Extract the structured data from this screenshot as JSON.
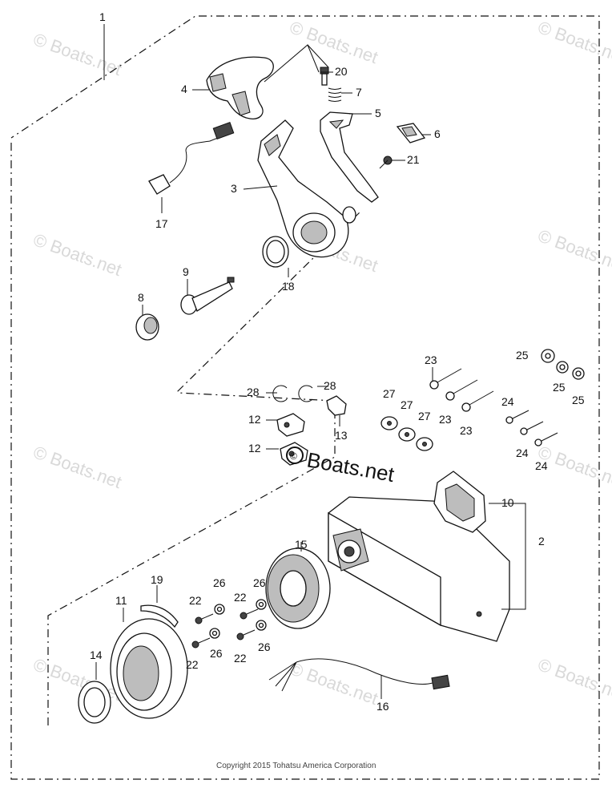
{
  "watermark": "© Boats.net",
  "center_watermark": "Boats.net",
  "copyright": "Copyright 2015 Tohatsu America Corporation",
  "callouts": [
    {
      "id": "c1",
      "label": "1"
    },
    {
      "id": "c2",
      "label": "2"
    },
    {
      "id": "c3",
      "label": "3"
    },
    {
      "id": "c4",
      "label": "4"
    },
    {
      "id": "c5",
      "label": "5"
    },
    {
      "id": "c6",
      "label": "6"
    },
    {
      "id": "c7",
      "label": "7"
    },
    {
      "id": "c8",
      "label": "8"
    },
    {
      "id": "c9",
      "label": "9"
    },
    {
      "id": "c10",
      "label": "10"
    },
    {
      "id": "c11",
      "label": "11"
    },
    {
      "id": "c12a",
      "label": "12"
    },
    {
      "id": "c12b",
      "label": "12"
    },
    {
      "id": "c13",
      "label": "13"
    },
    {
      "id": "c14",
      "label": "14"
    },
    {
      "id": "c15",
      "label": "15"
    },
    {
      "id": "c16",
      "label": "16"
    },
    {
      "id": "c17",
      "label": "17"
    },
    {
      "id": "c18",
      "label": "18"
    },
    {
      "id": "c19",
      "label": "19"
    },
    {
      "id": "c20",
      "label": "20"
    },
    {
      "id": "c21",
      "label": "21"
    },
    {
      "id": "c22a",
      "label": "22"
    },
    {
      "id": "c22b",
      "label": "22"
    },
    {
      "id": "c22c",
      "label": "22"
    },
    {
      "id": "c22d",
      "label": "22"
    },
    {
      "id": "c23a",
      "label": "23"
    },
    {
      "id": "c23b",
      "label": "23"
    },
    {
      "id": "c23c",
      "label": "23"
    },
    {
      "id": "c24a",
      "label": "24"
    },
    {
      "id": "c24b",
      "label": "24"
    },
    {
      "id": "c24c",
      "label": "24"
    },
    {
      "id": "c25a",
      "label": "25"
    },
    {
      "id": "c25b",
      "label": "25"
    },
    {
      "id": "c25c",
      "label": "25"
    },
    {
      "id": "c26a",
      "label": "26"
    },
    {
      "id": "c26b",
      "label": "26"
    },
    {
      "id": "c26c",
      "label": "26"
    },
    {
      "id": "c26d",
      "label": "26"
    },
    {
      "id": "c27a",
      "label": "27"
    },
    {
      "id": "c27b",
      "label": "27"
    },
    {
      "id": "c27c",
      "label": "27"
    },
    {
      "id": "c28a",
      "label": "28"
    },
    {
      "id": "c28b",
      "label": "28"
    }
  ]
}
